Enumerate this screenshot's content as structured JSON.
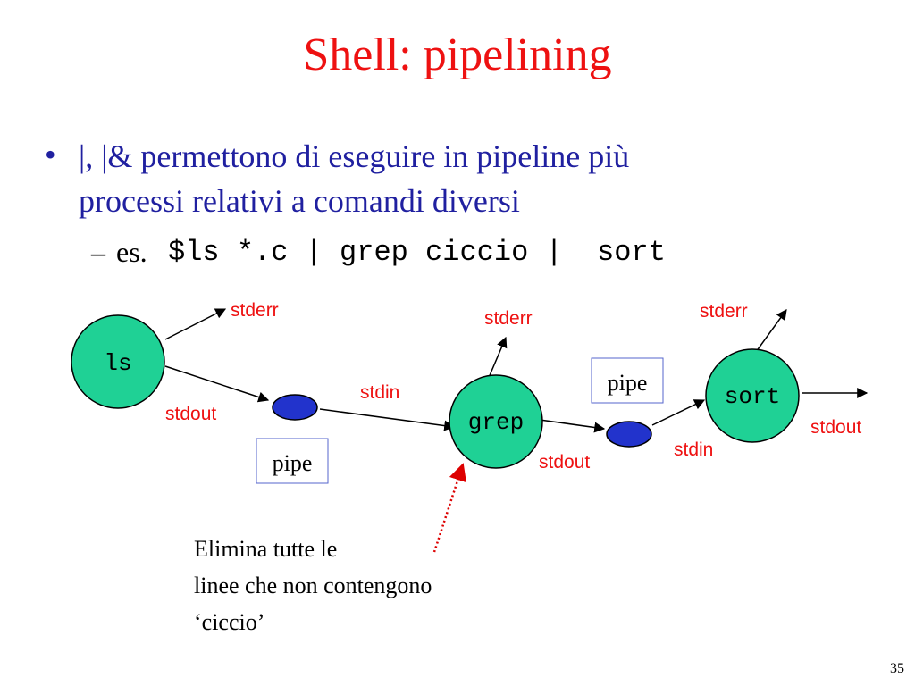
{
  "slide": {
    "title": "Shell: pipelining",
    "bullet": {
      "dot": "•",
      "line1": "|, |& permettono di eseguire in pipeline più",
      "line2": "processi relativi a comandi diversi"
    },
    "sub": {
      "dash": "–",
      "prefix": "es.",
      "command": "$ls *.c | grep ciccio |  sort"
    },
    "page_number": "35"
  },
  "diagram": {
    "nodes": {
      "ls": "ls",
      "grep": "grep",
      "sort": "sort"
    },
    "labels": {
      "ls_stderr": "stderr",
      "ls_stdout": "stdout",
      "grep_stdin": "stdin",
      "grep_stderr": "stderr",
      "grep_stdout": "stdout",
      "sort_stdin": "stdin",
      "sort_stderr": "stderr",
      "sort_stdout": "stdout",
      "pipe1": "pipe",
      "pipe2": "pipe"
    },
    "note": {
      "line1": "Elimina tutte le",
      "line2": "linee che non contengono",
      "line3": "‘ciccio’"
    },
    "colors": {
      "node_fill": "#1fd195",
      "pipe_fill": "#2233cc",
      "label_red": "#ee1111",
      "note_arrow": "#dd0000",
      "title_red": "#ee1111",
      "text_blue": "#2020a0"
    }
  }
}
